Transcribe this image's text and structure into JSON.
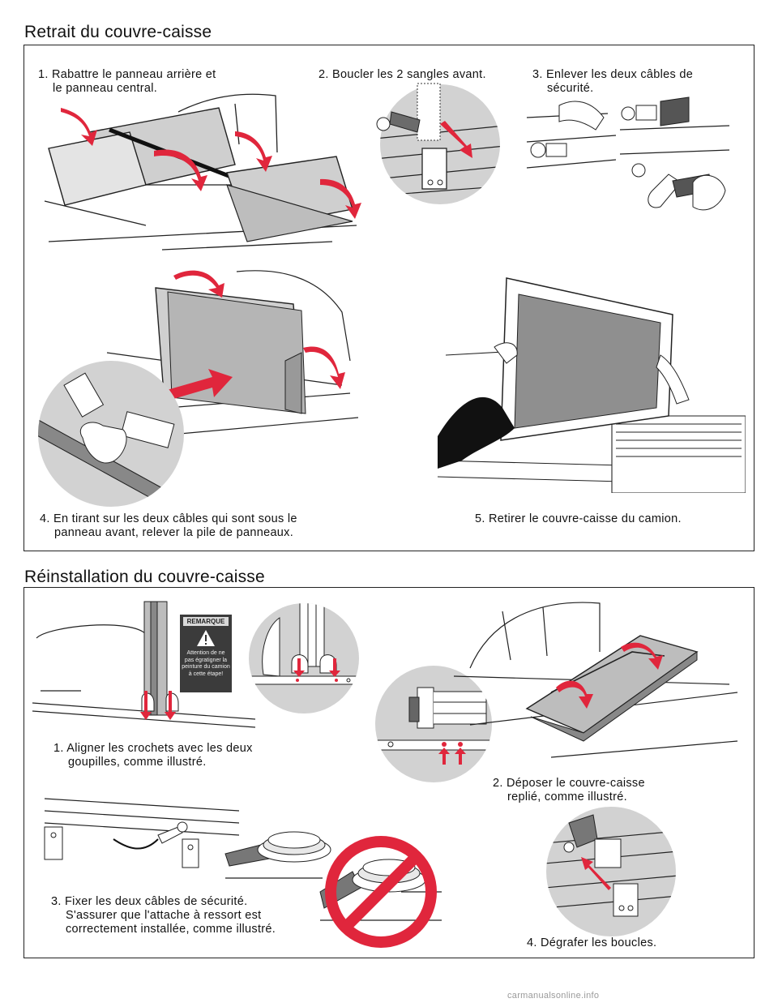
{
  "removal": {
    "title": "Retrait du couvre-caisse",
    "step1_line1": "1. Rabattre le panneau arrière et",
    "step1_line2": "le panneau central.",
    "step2": "2. Boucler les 2 sangles avant.",
    "step3_line1": "3. Enlever les deux câbles de",
    "step3_line2": "sécurité.",
    "step4_line1": "4. En tirant sur les deux câbles qui sont sous le",
    "step4_line2": "panneau avant, relever la pile de panneaux.",
    "step5": "5. Retirer le couvre-caisse du camion."
  },
  "install": {
    "title": "Réinstallation du couvre-caisse",
    "step1_line1": "1. Aligner les crochets avec les deux",
    "step1_line2": "goupilles, comme illustré.",
    "step2_line1": "2. Déposer le couvre-caisse",
    "step2_line2": "replié, comme illustré.",
    "step3_line1": "3. Fixer les deux câbles de sécurité.",
    "step3_line2": "S'assurer que l'attache à ressort est",
    "step3_line3": "correctement installée, comme illustré.",
    "step4": "4. Dégrafer les boucles.",
    "note_label": "REMARQUE",
    "note_text": "Attention de ne pas égratigner la peinture du camion à cette étape!"
  },
  "footer": "carmanualsonline.info",
  "colors": {
    "accent_arrow": "#e0263c",
    "prohibition": "#e0263c",
    "grey_fill": "#d2d2d2"
  }
}
